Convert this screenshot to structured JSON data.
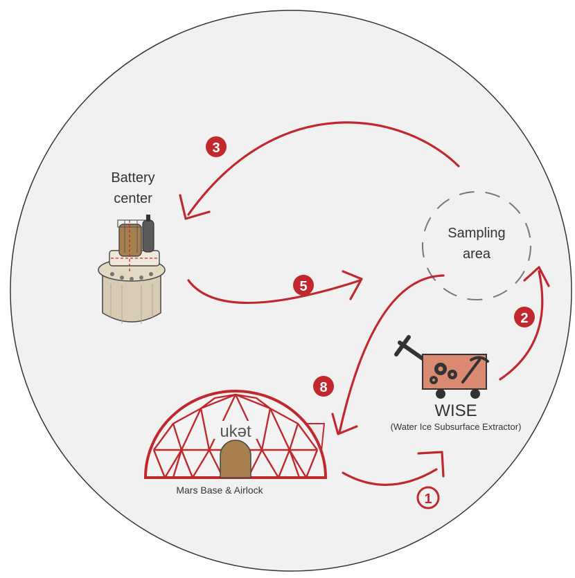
{
  "nodes": {
    "battery": {
      "line1": "Battery",
      "line2": "center"
    },
    "sampling": {
      "line1": "Sampling",
      "line2": "area"
    },
    "wise": {
      "name": "WISE",
      "subtitle": "(Water Ice Subsurface Extractor)"
    },
    "base": {
      "label": "Mars Base & Airlock",
      "dome_logo": "ukət"
    }
  },
  "steps": [
    "1",
    "2",
    "3",
    "5",
    "8"
  ],
  "colors": {
    "accent": "#c0282d",
    "background": "#f1f1f1",
    "rust": "#d98a70",
    "tan": "#d8cbb3",
    "brown": "#a8804e"
  }
}
